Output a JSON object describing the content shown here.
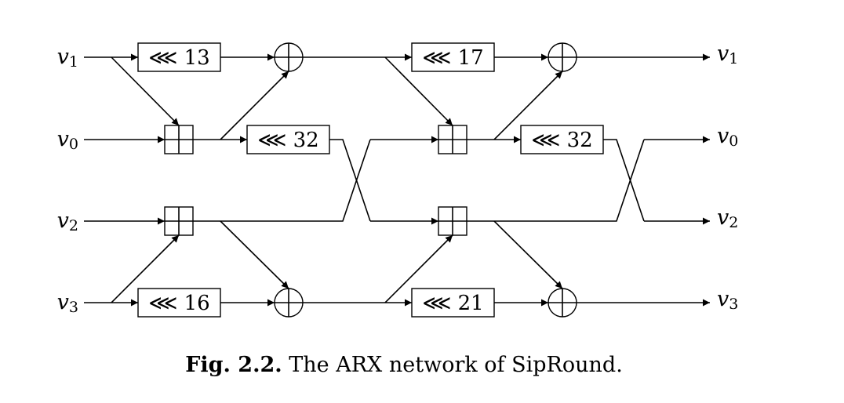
{
  "figure": {
    "caption_number": "Fig. 2.2.",
    "caption_text": " The ARX network of SipRound."
  },
  "inputs": [
    {
      "name": "v",
      "sub": "1"
    },
    {
      "name": "v",
      "sub": "0"
    },
    {
      "name": "v",
      "sub": "2"
    },
    {
      "name": "v",
      "sub": "3"
    }
  ],
  "outputs": [
    {
      "name": "v",
      "sub": "1"
    },
    {
      "name": "v",
      "sub": "0"
    },
    {
      "name": "v",
      "sub": "2"
    },
    {
      "name": "v",
      "sub": "3"
    }
  ],
  "rotation_symbol": "⋘",
  "rounds": [
    {
      "rot_v1": "13",
      "rot_v3": "16",
      "rot_v0": "32"
    },
    {
      "rot_v1": "17",
      "rot_v3": "21",
      "rot_v0": "32"
    }
  ]
}
